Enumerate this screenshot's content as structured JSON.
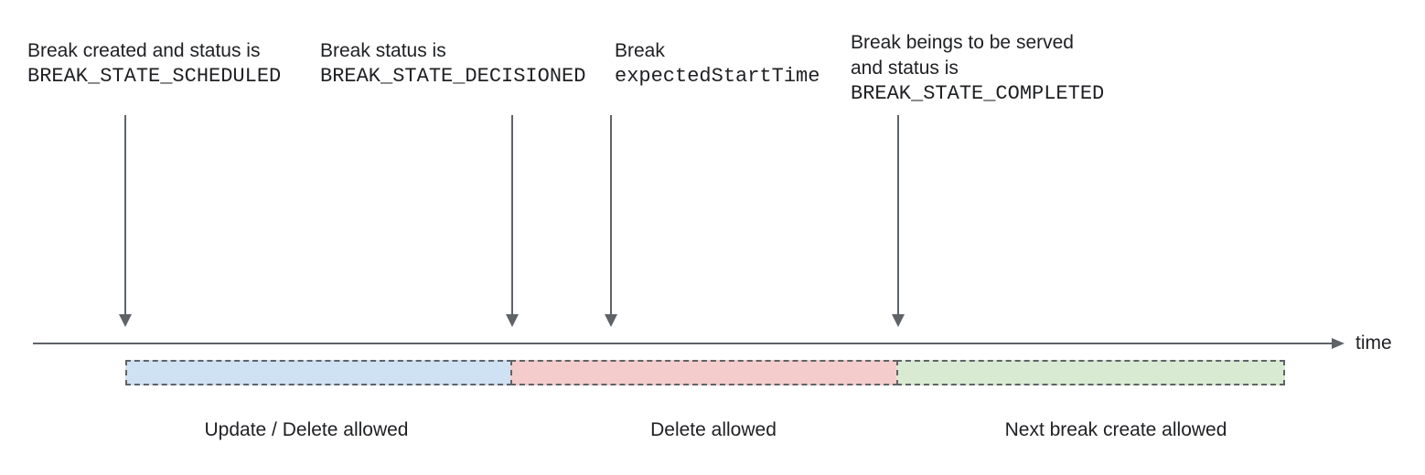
{
  "annotations": [
    {
      "lines": [
        {
          "text": "Break created and status is"
        },
        {
          "text": "BREAK_STATE_SCHEDULED",
          "mono": true
        }
      ]
    },
    {
      "lines": [
        {
          "text": "Break status is"
        },
        {
          "text": "BREAK_STATE_DECISIONED",
          "mono": true
        }
      ]
    },
    {
      "lines": [
        {
          "text": "Break"
        },
        {
          "text": "expectedStartTime",
          "mono": true
        }
      ]
    },
    {
      "lines": [
        {
          "text": "Break beings to be served"
        },
        {
          "text": "and status is"
        },
        {
          "text": "BREAK_STATE_COMPLETED",
          "mono": true
        }
      ]
    }
  ],
  "timeline": {
    "axis_label": "time"
  },
  "segments": [
    {
      "label": "Update / Delete allowed",
      "color": "#cfe2f3"
    },
    {
      "label": "Delete allowed",
      "color": "#f4cccc"
    },
    {
      "label": "Next break create allowed",
      "color": "#d9ead3"
    }
  ],
  "colors": {
    "line": "#5f6368",
    "dashed_border": "#5f6368",
    "text": "#202124",
    "segment_blue": "#cfe2f3",
    "segment_pink": "#f4cccc",
    "segment_green": "#d9ead3"
  }
}
